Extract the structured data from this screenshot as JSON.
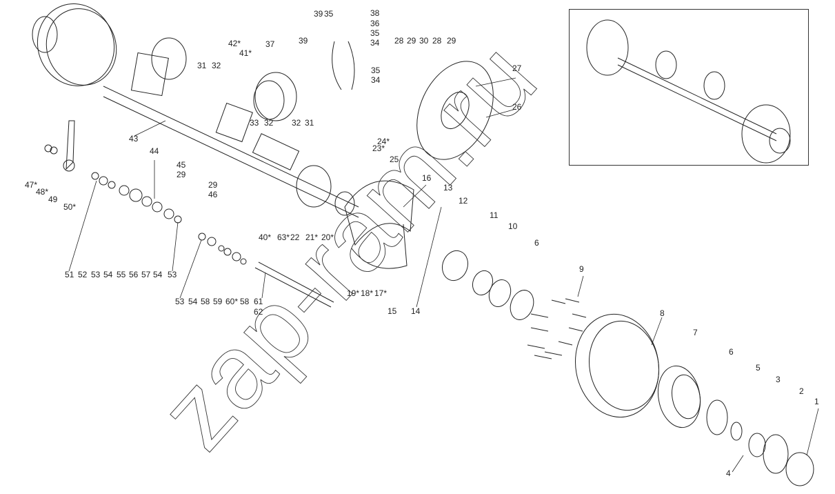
{
  "diagram": {
    "watermark": "zap-ram.ru",
    "callouts": [
      "39",
      "35",
      "38",
      "36",
      "35",
      "34",
      "42*",
      "41*",
      "37",
      "39",
      "28",
      "29",
      "30",
      "28",
      "29",
      "27",
      "31",
      "32",
      "35",
      "34",
      "26",
      "33",
      "32",
      "32",
      "31",
      "43",
      "24*",
      "23*",
      "25",
      "44",
      "45",
      "29",
      "29",
      "46",
      "47*",
      "48*",
      "49",
      "50*",
      "16",
      "13",
      "12",
      "11",
      "10",
      "6",
      "9",
      "40*",
      "63*",
      "22",
      "21*",
      "20*",
      "51",
      "52",
      "53",
      "54",
      "55",
      "56",
      "57",
      "54",
      "53",
      "53",
      "54",
      "58",
      "59",
      "60*",
      "58",
      "61",
      "62",
      "19*",
      "18*",
      "17*",
      "15",
      "14",
      "8",
      "7",
      "6",
      "5",
      "3",
      "2",
      "1",
      "4"
    ]
  }
}
